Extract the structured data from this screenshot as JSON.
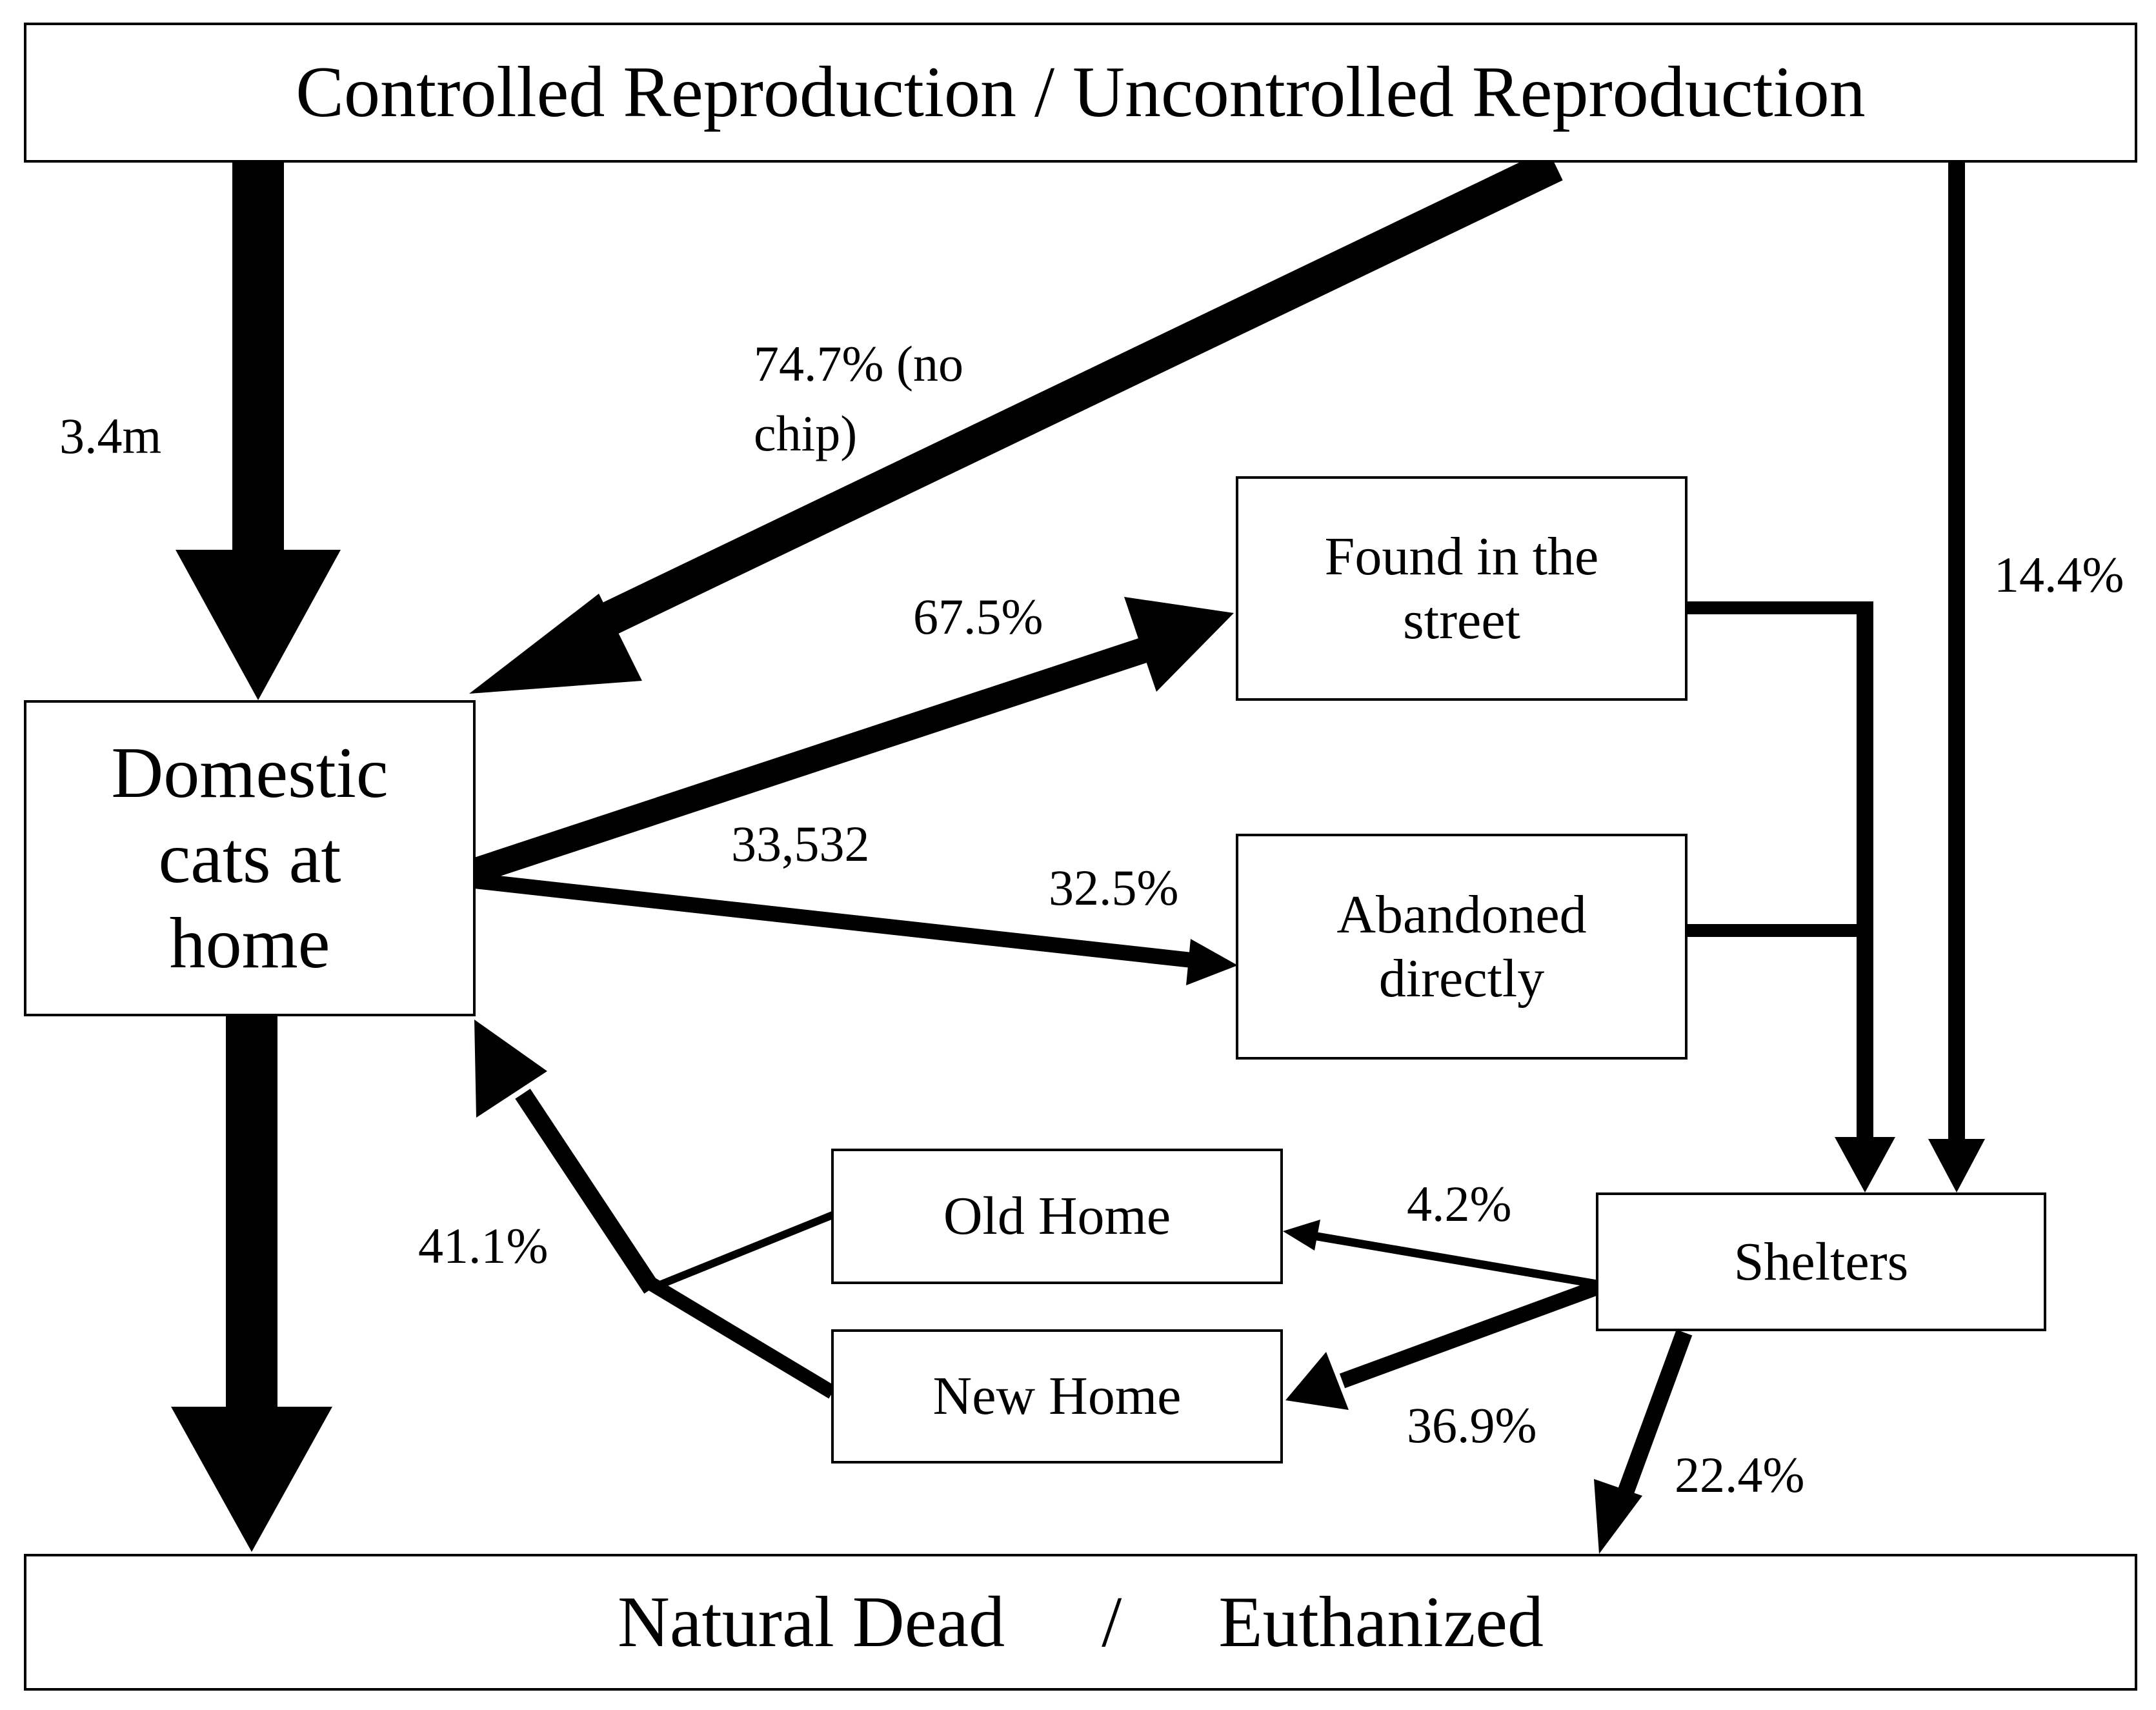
{
  "boxes": {
    "top": "Controlled Reproduction / Uncontrolled Reproduction",
    "domestic": "Domestic cats at home",
    "domestic_lines": [
      "Domestic",
      "cats at",
      "home"
    ],
    "street_lines": [
      "Found in the",
      "street"
    ],
    "abandoned_lines": [
      "Abandoned",
      "directly"
    ],
    "old_home": "Old Home",
    "new_home": "New Home",
    "shelters": "Shelters",
    "bottom_left": "Natural Dead",
    "bottom_sep": "/",
    "bottom_right": "Euthanized"
  },
  "labels": {
    "births": "3.4m",
    "no_chip_line1": "74.7% (no",
    "no_chip_line2": "chip)",
    "found_street": "67.5%",
    "total_lost": "33,532",
    "abandoned": "32.5%",
    "direct_shelter": "14.4%",
    "returned_home": "41.1%",
    "old_home": "4.2%",
    "new_home": "36.9%",
    "euthanized": "22.4%"
  },
  "colors": {
    "line": "#000000",
    "background": "#ffffff"
  }
}
